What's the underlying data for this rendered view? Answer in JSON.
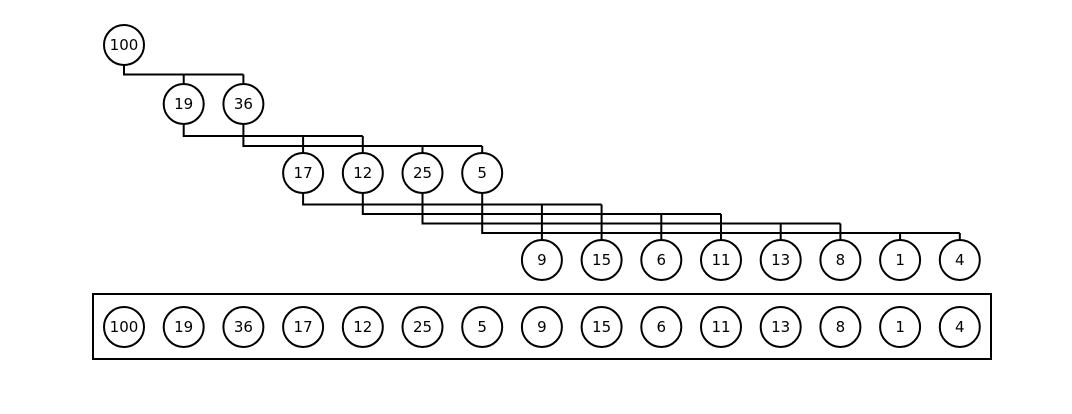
{
  "tree": {
    "nodes": [
      {
        "id": "n0",
        "label": "100",
        "parent": null
      },
      {
        "id": "n1",
        "label": "19",
        "parent": "n0"
      },
      {
        "id": "n2",
        "label": "36",
        "parent": "n0"
      },
      {
        "id": "n3",
        "label": "17",
        "parent": "n1"
      },
      {
        "id": "n4",
        "label": "12",
        "parent": "n1"
      },
      {
        "id": "n5",
        "label": "25",
        "parent": "n2"
      },
      {
        "id": "n6",
        "label": "5",
        "parent": "n2"
      },
      {
        "id": "n7",
        "label": "9",
        "parent": "n3"
      },
      {
        "id": "n8",
        "label": "15",
        "parent": "n3"
      },
      {
        "id": "n9",
        "label": "6",
        "parent": "n4"
      },
      {
        "id": "n10",
        "label": "11",
        "parent": "n4"
      },
      {
        "id": "n11",
        "label": "13",
        "parent": "n5"
      },
      {
        "id": "n12",
        "label": "8",
        "parent": "n5"
      },
      {
        "id": "n13",
        "label": "1",
        "parent": "n6"
      },
      {
        "id": "n14",
        "label": "4",
        "parent": "n6"
      }
    ]
  },
  "array": {
    "values": [
      "100",
      "19",
      "36",
      "17",
      "12",
      "25",
      "5",
      "9",
      "15",
      "6",
      "11",
      "13",
      "8",
      "1",
      "4"
    ]
  }
}
